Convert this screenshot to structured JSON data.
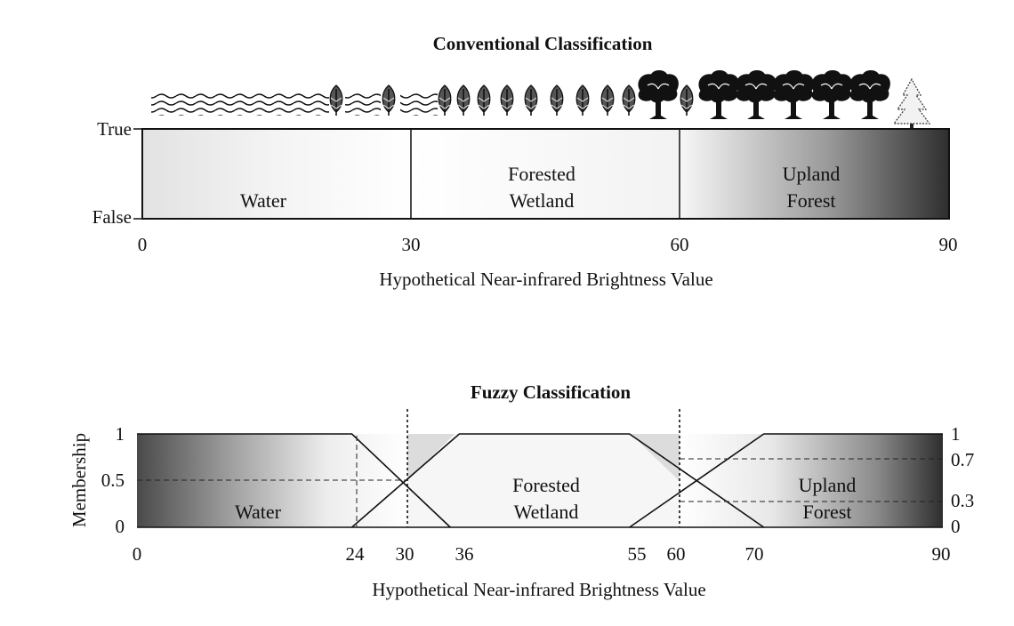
{
  "conventional": {
    "title": "Conventional Classification",
    "y_true": "True",
    "y_false": "False",
    "regions": [
      {
        "line1": "",
        "line2": "Water",
        "from": 0,
        "to": 30
      },
      {
        "line1": "Forested",
        "line2": "Wetland",
        "from": 30,
        "to": 60
      },
      {
        "line1": "Upland",
        "line2": "Forest",
        "from": 60,
        "to": 90
      }
    ],
    "xticks": [
      "0",
      "30",
      "60",
      "90"
    ],
    "xlabel": "Hypothetical Near-infrared Brightness Value",
    "icons": [
      "water-wave-icon",
      "wetland-tree-icon",
      "upland-tree-icon",
      "conifer-tree-icon"
    ]
  },
  "fuzzy": {
    "title": "Fuzzy Classification",
    "ylabel": "Membership",
    "yticks_left": [
      "1",
      "0.5",
      "0"
    ],
    "yticks_right": [
      "1",
      "0.7",
      "0.3",
      "0"
    ],
    "regions": [
      {
        "line1": "",
        "line2": "Water"
      },
      {
        "line1": "Forested",
        "line2": "Wetland"
      },
      {
        "line1": "Upland",
        "line2": "Forest"
      }
    ],
    "xticks": [
      "0",
      "24",
      "30",
      "36",
      "55",
      "60",
      "70",
      "90"
    ],
    "xlabel": "Hypothetical Near-infrared Brightness Value",
    "memberships": [
      {
        "name": "Water",
        "points": [
          [
            0,
            1
          ],
          [
            24,
            1
          ],
          [
            35,
            0
          ]
        ]
      },
      {
        "name": "Forested Wetland",
        "points": [
          [
            24,
            0
          ],
          [
            36,
            1
          ],
          [
            55,
            1
          ],
          [
            70,
            0
          ]
        ]
      },
      {
        "name": "Upland Forest",
        "points": [
          [
            55,
            0
          ],
          [
            70,
            1
          ],
          [
            90,
            1
          ]
        ]
      }
    ]
  },
  "colors": {
    "dark_gray": "#3a3a3a",
    "light_gray": "#f2f2f2",
    "line": "#111111"
  }
}
